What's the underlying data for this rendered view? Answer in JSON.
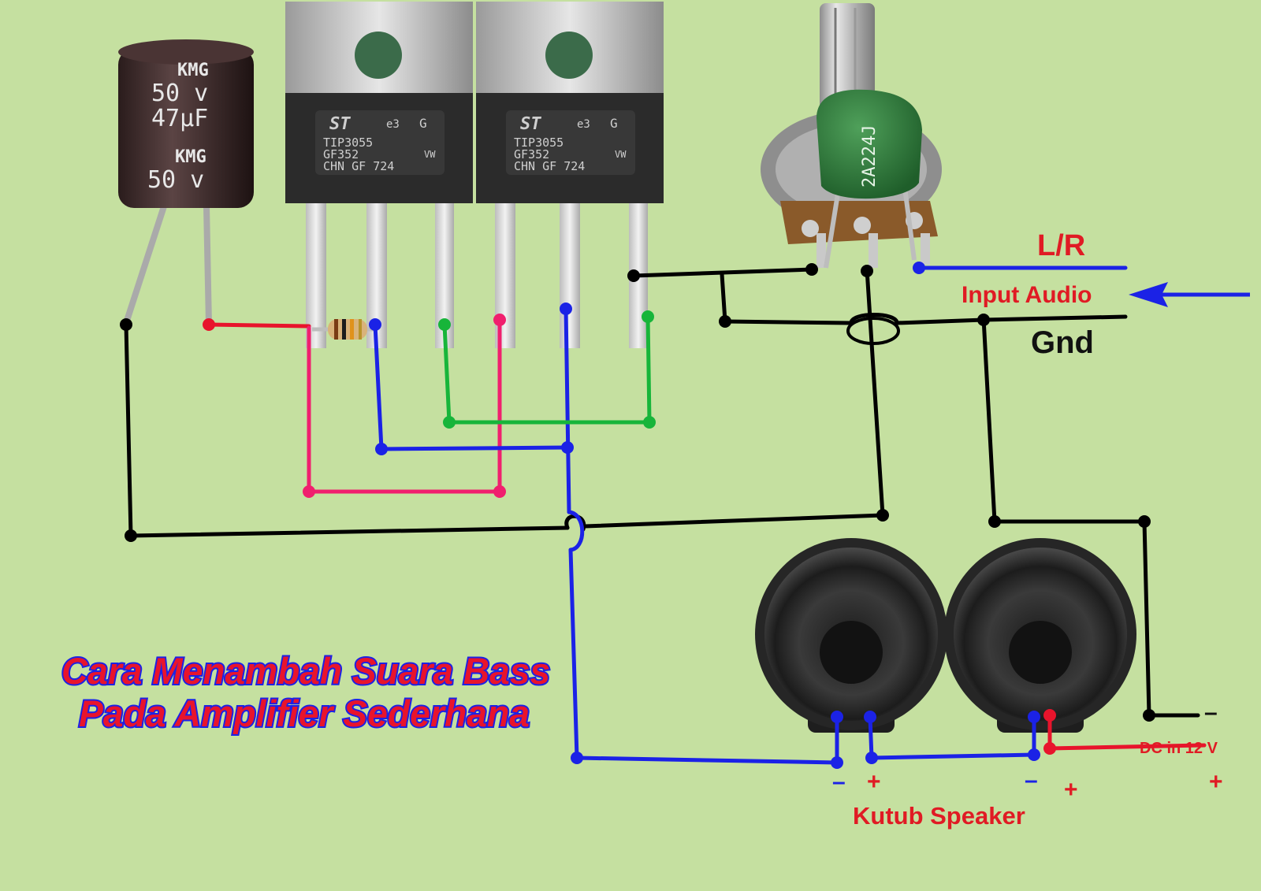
{
  "title": {
    "line1": "Cara Menambah Suara Bass",
    "line2": "Pada Amplifier Sederhana"
  },
  "labels": {
    "lr": "L/R",
    "input_audio": "Input Audio",
    "gnd": "Gnd",
    "kutub_speaker": "Kutub Speaker",
    "dc_in": "DC in 12 V"
  },
  "polarity": {
    "dc_minus": "–",
    "dc_plus": "+",
    "spk1_minus": "–",
    "spk1_plus": "+",
    "spk2_minus": "–",
    "spk2_plus": "+"
  },
  "capacitor": {
    "brand": "KMG",
    "voltage": "50 v",
    "capacitance": "47µF",
    "brand_2": "KMG",
    "voltage_2": "50 v"
  },
  "transistors": [
    {
      "line1": "TIP3055",
      "line2": "GF352",
      "line3": "CHN GF 724",
      "logo": "ST",
      "e3": "e3",
      "grade": "G",
      "vw": "VW"
    },
    {
      "line1": "TIP3055",
      "line2": "GF352",
      "line3": "CHN GF 724",
      "logo": "ST",
      "e3": "e3",
      "grade": "G",
      "vw": "VW"
    }
  ],
  "ceramic_cap": {
    "code": "2A224J"
  },
  "colors": {
    "background": "#c5e0a0",
    "wire_black": "#000000",
    "wire_red": "#e8142c",
    "wire_blue": "#1b22e6",
    "wire_green": "#17b53a",
    "wire_pink": "#f01f6e",
    "label_red": "#e01b24",
    "title_fill": "#e8142c",
    "title_outline": "#1b22e6"
  }
}
